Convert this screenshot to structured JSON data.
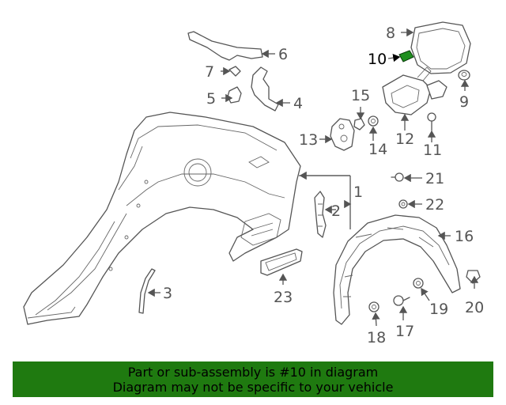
{
  "diagram": {
    "callouts": [
      "1",
      "2",
      "3",
      "4",
      "5",
      "6",
      "7",
      "8",
      "9",
      "10",
      "11",
      "12",
      "13",
      "14",
      "15",
      "16",
      "17",
      "18",
      "19",
      "20",
      "21",
      "22",
      "23"
    ],
    "highlighted_callout": "10",
    "highlight_color": "#1f8f1f"
  },
  "banner": {
    "line1": "Part or sub-assembly is #10 in diagram",
    "line2": "Diagram may not be specific to your vehicle",
    "background": "#1f7a10"
  }
}
